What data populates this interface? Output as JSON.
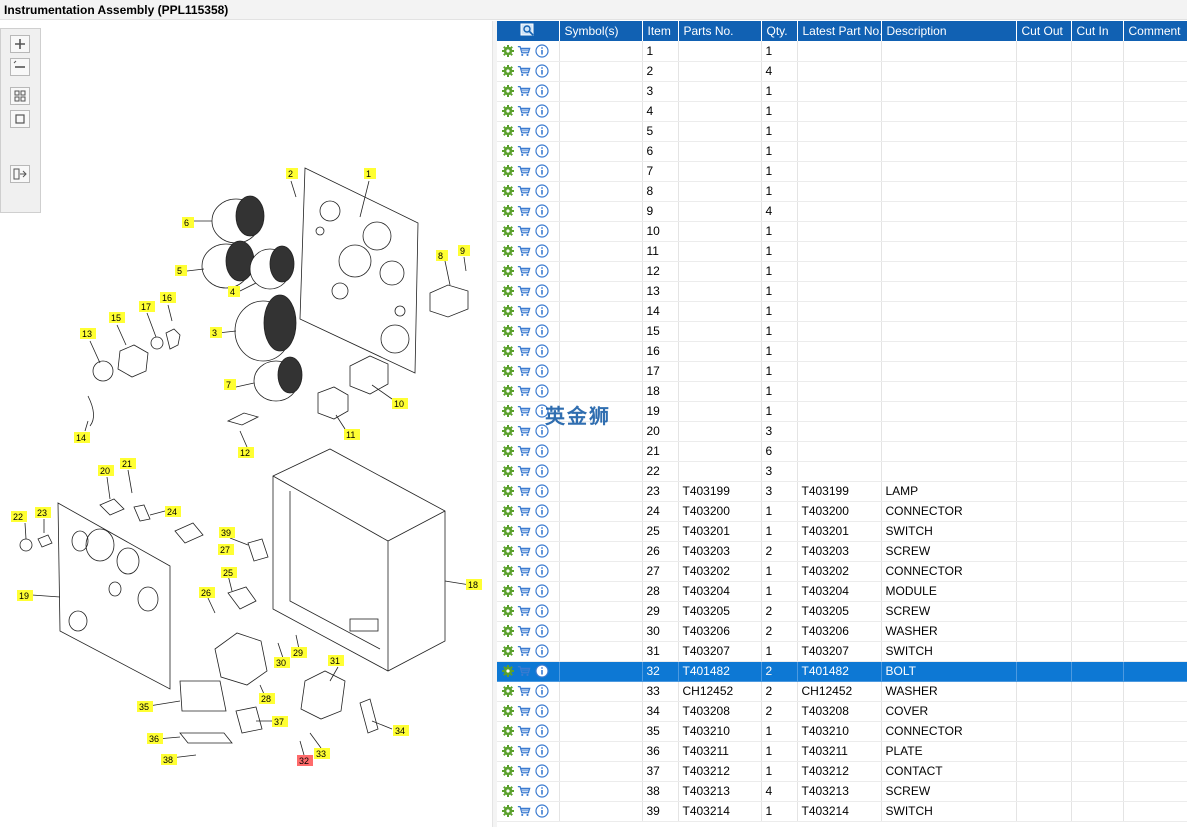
{
  "window": {
    "title": "Instrumentation Assembly (PPL115358)"
  },
  "toolbar": {
    "buttons": [
      "zoom-in-icon",
      "zoom-out-icon",
      "fit-icon",
      "actual-size-icon",
      "export-icon"
    ]
  },
  "table": {
    "columns": [
      "Symbol(s)",
      "Item",
      "Parts No.",
      "Qty.",
      "Latest Part No.",
      "Description",
      "Cut Out",
      "Cut In",
      "Comment"
    ],
    "selected_item": "32",
    "rows": [
      {
        "item": "1",
        "parts_no": "",
        "qty": "1",
        "latest": "",
        "desc": ""
      },
      {
        "item": "2",
        "parts_no": "",
        "qty": "4",
        "latest": "",
        "desc": ""
      },
      {
        "item": "3",
        "parts_no": "",
        "qty": "1",
        "latest": "",
        "desc": ""
      },
      {
        "item": "4",
        "parts_no": "",
        "qty": "1",
        "latest": "",
        "desc": ""
      },
      {
        "item": "5",
        "parts_no": "",
        "qty": "1",
        "latest": "",
        "desc": ""
      },
      {
        "item": "6",
        "parts_no": "",
        "qty": "1",
        "latest": "",
        "desc": ""
      },
      {
        "item": "7",
        "parts_no": "",
        "qty": "1",
        "latest": "",
        "desc": ""
      },
      {
        "item": "8",
        "parts_no": "",
        "qty": "1",
        "latest": "",
        "desc": ""
      },
      {
        "item": "9",
        "parts_no": "",
        "qty": "4",
        "latest": "",
        "desc": ""
      },
      {
        "item": "10",
        "parts_no": "",
        "qty": "1",
        "latest": "",
        "desc": ""
      },
      {
        "item": "11",
        "parts_no": "",
        "qty": "1",
        "latest": "",
        "desc": ""
      },
      {
        "item": "12",
        "parts_no": "",
        "qty": "1",
        "latest": "",
        "desc": ""
      },
      {
        "item": "13",
        "parts_no": "",
        "qty": "1",
        "latest": "",
        "desc": ""
      },
      {
        "item": "14",
        "parts_no": "",
        "qty": "1",
        "latest": "",
        "desc": ""
      },
      {
        "item": "15",
        "parts_no": "",
        "qty": "1",
        "latest": "",
        "desc": ""
      },
      {
        "item": "16",
        "parts_no": "",
        "qty": "1",
        "latest": "",
        "desc": ""
      },
      {
        "item": "17",
        "parts_no": "",
        "qty": "1",
        "latest": "",
        "desc": ""
      },
      {
        "item": "18",
        "parts_no": "",
        "qty": "1",
        "latest": "",
        "desc": ""
      },
      {
        "item": "19",
        "parts_no": "",
        "qty": "1",
        "latest": "",
        "desc": ""
      },
      {
        "item": "20",
        "parts_no": "",
        "qty": "3",
        "latest": "",
        "desc": ""
      },
      {
        "item": "21",
        "parts_no": "",
        "qty": "6",
        "latest": "",
        "desc": ""
      },
      {
        "item": "22",
        "parts_no": "",
        "qty": "3",
        "latest": "",
        "desc": ""
      },
      {
        "item": "23",
        "parts_no": "T403199",
        "qty": "3",
        "latest": "T403199",
        "desc": "LAMP"
      },
      {
        "item": "24",
        "parts_no": "T403200",
        "qty": "1",
        "latest": "T403200",
        "desc": "CONNECTOR"
      },
      {
        "item": "25",
        "parts_no": "T403201",
        "qty": "1",
        "latest": "T403201",
        "desc": "SWITCH"
      },
      {
        "item": "26",
        "parts_no": "T403203",
        "qty": "2",
        "latest": "T403203",
        "desc": "SCREW"
      },
      {
        "item": "27",
        "parts_no": "T403202",
        "qty": "1",
        "latest": "T403202",
        "desc": "CONNECTOR"
      },
      {
        "item": "28",
        "parts_no": "T403204",
        "qty": "1",
        "latest": "T403204",
        "desc": "MODULE"
      },
      {
        "item": "29",
        "parts_no": "T403205",
        "qty": "2",
        "latest": "T403205",
        "desc": "SCREW"
      },
      {
        "item": "30",
        "parts_no": "T403206",
        "qty": "2",
        "latest": "T403206",
        "desc": "WASHER"
      },
      {
        "item": "31",
        "parts_no": "T403207",
        "qty": "1",
        "latest": "T403207",
        "desc": "SWITCH"
      },
      {
        "item": "32",
        "parts_no": "T401482",
        "qty": "2",
        "latest": "T401482",
        "desc": "BOLT"
      },
      {
        "item": "33",
        "parts_no": "CH12452",
        "qty": "2",
        "latest": "CH12452",
        "desc": "WASHER"
      },
      {
        "item": "34",
        "parts_no": "T403208",
        "qty": "2",
        "latest": "T403208",
        "desc": "COVER"
      },
      {
        "item": "35",
        "parts_no": "T403210",
        "qty": "1",
        "latest": "T403210",
        "desc": "CONNECTOR"
      },
      {
        "item": "36",
        "parts_no": "T403211",
        "qty": "1",
        "latest": "T403211",
        "desc": "PLATE"
      },
      {
        "item": "37",
        "parts_no": "T403212",
        "qty": "1",
        "latest": "T403212",
        "desc": "CONTACT"
      },
      {
        "item": "38",
        "parts_no": "T403213",
        "qty": "4",
        "latest": "T403213",
        "desc": "SCREW"
      },
      {
        "item": "39",
        "parts_no": "T403214",
        "qty": "1",
        "latest": "T403214",
        "desc": "SWITCH"
      }
    ]
  },
  "diagram": {
    "callouts": [
      "1",
      "2",
      "3",
      "4",
      "5",
      "6",
      "7",
      "8",
      "9",
      "10",
      "11",
      "12",
      "13",
      "14",
      "15",
      "16",
      "17",
      "18",
      "19",
      "20",
      "21",
      "22",
      "23",
      "24",
      "25",
      "26",
      "27",
      "28",
      "29",
      "30",
      "31",
      "32",
      "33",
      "34",
      "35",
      "36",
      "37",
      "38",
      "39"
    ],
    "highlight_callout": "32",
    "label_color": "#ffff33",
    "highlight_color": "#ff6b6b"
  },
  "watermark": {
    "text": "英金狮"
  },
  "colors": {
    "header": "#1161b3",
    "selected": "#0d78d4",
    "gear": "#5aa02c",
    "cart": "#3b7bd0",
    "info": "#3b7bd0"
  }
}
